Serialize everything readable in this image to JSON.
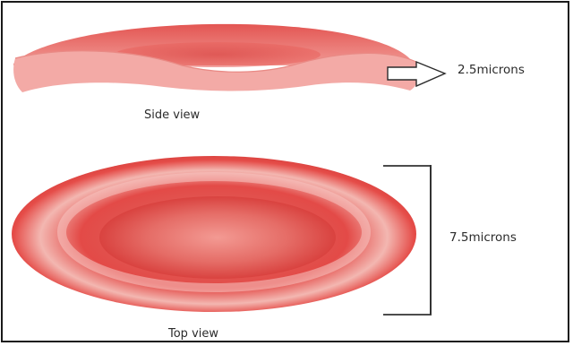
{
  "labels": {
    "side_view": "Side view",
    "top_view": "Top view",
    "thickness": "2.5microns",
    "diameter": "7.5microns"
  },
  "colors": {
    "cell_outer": "#f3a3a0",
    "cell_rim": "#de3f3d",
    "cell_center": "#cf2d2d",
    "side_face": "#f4b2ae",
    "line": "#333333"
  }
}
